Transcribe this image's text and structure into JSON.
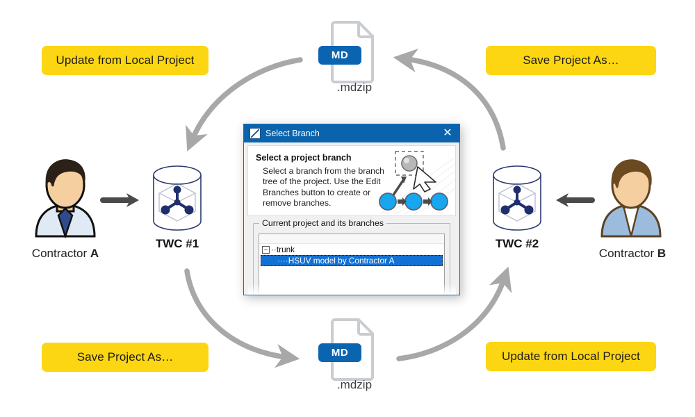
{
  "diagram": {
    "title": "Teamwork Cloud collaboration between two contractors",
    "colors": {
      "pill_bg": "#FCD612",
      "dialog_titlebar": "#0a63ac",
      "selection_blue": "#1271d4",
      "md_badge": "#0B64B0",
      "curved_arrow": "#a8a8a8",
      "straight_arrow": "#4a4a4a",
      "twc_node": "#1f2f6e"
    }
  },
  "labels": {
    "top_left": "Update from Local Project",
    "top_right": "Save Project As…",
    "bottom_left": "Save Project As…",
    "bottom_right": "Update from Local Project"
  },
  "files": {
    "top": {
      "badge": "MD",
      "caption": ".mdzip"
    },
    "bottom": {
      "badge": "MD",
      "caption": ".mdzip"
    }
  },
  "servers": {
    "left": {
      "label": "TWC #1"
    },
    "right": {
      "label": "TWC #2"
    }
  },
  "people": {
    "left": {
      "name": "Contractor",
      "letter": "A"
    },
    "right": {
      "name": "Contractor",
      "letter": "B"
    }
  },
  "dialog": {
    "title": "Select Branch",
    "close_label": "✕",
    "heading": "Select a project branch",
    "description": "Select a branch from the branch tree of the project. Use the Edit Branches button to create or remove branches.",
    "group_title": "Current project and its branches",
    "tree": {
      "root": {
        "toggle": "−",
        "dots": "··",
        "label": "trunk"
      },
      "child": {
        "dots": "····",
        "label": "HSUV model by Contractor A",
        "selected": true
      }
    }
  }
}
